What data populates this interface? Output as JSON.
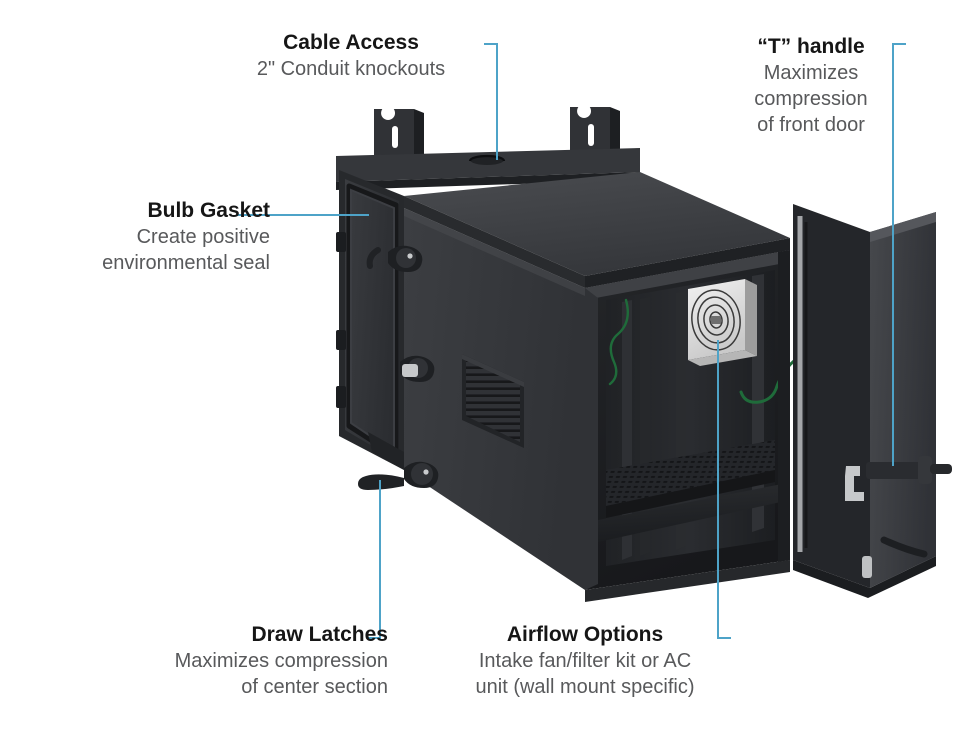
{
  "diagram": {
    "title": "Wall mount enclosure feature callouts",
    "product": "wall-mount network enclosure",
    "background_color": "#ffffff",
    "leader_line_color": "#4ea3c8",
    "heading_color": "#161616",
    "subtext_color": "#58595b"
  },
  "callouts": [
    {
      "id": "cable-access",
      "heading": "Cable Access",
      "subtext_line1": "2\" Conduit knockouts",
      "subtext_line2": "",
      "subtext_line3": "",
      "align": "center"
    },
    {
      "id": "t-handle",
      "heading": "“T” handle",
      "subtext_line1": "Maximizes",
      "subtext_line2": "compression",
      "subtext_line3": "of front door",
      "align": "center"
    },
    {
      "id": "bulb-gasket",
      "heading": "Bulb Gasket",
      "subtext_line1": "Create positive",
      "subtext_line2": "environmental seal",
      "subtext_line3": "",
      "align": "right"
    },
    {
      "id": "draw-latches",
      "heading": "Draw Latches",
      "subtext_line1": "Maximizes compression",
      "subtext_line2": "of center section",
      "subtext_line3": "",
      "align": "right"
    },
    {
      "id": "airflow-options",
      "heading": "Airflow Options",
      "subtext_line1": "Intake fan/filter kit or AC",
      "subtext_line2": "unit (wall mount specific)",
      "subtext_line3": "",
      "align": "center"
    }
  ],
  "product_parts": {
    "mounting_bracket_left": "mounting-bracket",
    "mounting_bracket_right": "mounting-bracket",
    "knockout": "conduit-knockout",
    "left_door": "left-side-door",
    "right_door": "front-door",
    "vent": "louvered-vent-panel",
    "fan": "intake-fan-filter",
    "t_handle": "t-handle-latch",
    "latches": "draw-latch",
    "ground_wire": "ground-wire",
    "shelf": "perforated-shelf",
    "rails": "rack-rail"
  }
}
